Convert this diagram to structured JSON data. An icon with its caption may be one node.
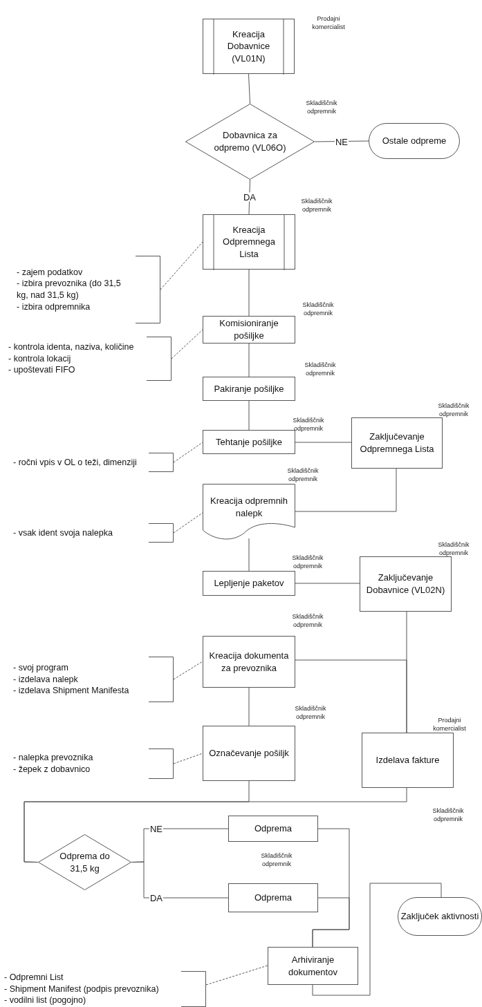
{
  "diagram": {
    "nodes": [
      {
        "text": [
          "Kreacija Dobavnice (VL01N)"
        ],
        "beside": [
          "Prodajni komercialist"
        ]
      },
      {
        "text": [
          "Dobavnica za odpremo (VL06O)"
        ],
        "beside": [
          "Skladiščnik odpremnik"
        ]
      },
      {
        "text": [
          "Ostale odpreme"
        ]
      },
      {
        "text": [
          "Kreacija Odpremnega Lista"
        ],
        "beside": [
          "Skladiščnik odpremnik"
        ]
      },
      {
        "text": [
          "- zajem podatkov",
          "- izbira prevoznika (do 31,5 kg, nad 31,5 kg)",
          "- izbira odpremnika"
        ]
      },
      {
        "text": [
          "Komisioniranje pošiljke"
        ],
        "beside": [
          "Skladiščnik odpremnik"
        ]
      },
      {
        "text": [
          "- kontrola identa, naziva, količine",
          "- kontrola lokacij",
          "- upoštevati FIFO"
        ]
      },
      {
        "text": [
          "Pakiranje pošiljke"
        ],
        "beside": [
          "Skladiščnik odpremnik"
        ]
      },
      {
        "text": [
          "Tehtanje pošiljke"
        ],
        "beside": [
          "Skladiščnik odpremnik"
        ]
      },
      {
        "text": [
          "Zaključevanje Odpremnega Lista"
        ],
        "beside": [
          "Skladiščnik odpremnik"
        ]
      },
      {
        "text": [
          "- ročni vpis v OL o teži, dimenziji"
        ]
      },
      {
        "text": [
          "Kreacija odpremnih nalepk"
        ],
        "beside": [
          "Skladiščnik odpremnik"
        ]
      },
      {
        "text": [
          "- vsak ident svoja nalepka"
        ]
      },
      {
        "text": [
          "Lepljenje paketov"
        ],
        "beside": [
          "Skladiščnik odpremnik"
        ]
      },
      {
        "text": [
          "Zaključevanje Dobavnice (VL02N)"
        ],
        "beside": [
          "Skladiščnik odpremnik"
        ]
      },
      {
        "text": [
          "Kreacija dokumenta za prevoznika"
        ],
        "beside": [
          "Skladiščnik odpremnik"
        ]
      },
      {
        "text": [
          "- svoj program",
          "- izdelava nalepk",
          "- izdelava Shipment Manifesta"
        ]
      },
      {
        "text": [
          "Označevanje pošiljk"
        ],
        "beside": [
          "Skladiščnik odpremnik"
        ]
      },
      {
        "text": [
          "Izdelava fakture"
        ],
        "beside": [
          "Prodajni komercialist"
        ]
      },
      {
        "text": [
          "- nalepka prevoznika",
          "- žepek z dobavnico"
        ]
      },
      {
        "text": [
          "Odprema do 31,5 kg"
        ]
      },
      {
        "text": [
          "Odprema"
        ]
      },
      {
        "text": [
          "Odprema"
        ],
        "beside": [
          "Skladiščnik odpremnik"
        ]
      },
      {
        "text": [
          "Zaključek aktivnosti"
        ]
      },
      {
        "text": [
          "Arhiviranje dokumentov"
        ]
      },
      {
        "text": [
          "- Odpremni List",
          "- Shipment Manifest (podpis prevoznika)",
          "- vodilni list (pogojno)"
        ]
      }
    ],
    "edges": [
      {
        "from": 0,
        "to": 1,
        "arrow": "none"
      },
      {
        "from": 1,
        "to": 2,
        "arrow": "none",
        "label": "NE"
      },
      {
        "from": 1,
        "to": 3,
        "arrow": "none",
        "label": "DA"
      },
      {
        "from": 3,
        "to": 5,
        "arrow": "none"
      },
      {
        "from": 5,
        "to": 7,
        "arrow": "none"
      },
      {
        "from": 7,
        "to": 8,
        "arrow": "none"
      },
      {
        "from": 8,
        "to": 9,
        "arrow": "none"
      },
      {
        "from": 9,
        "to": 11,
        "arrow": "none"
      },
      {
        "from": 11,
        "to": 13,
        "arrow": "none"
      },
      {
        "from": 13,
        "to": 14,
        "arrow": "none"
      },
      {
        "from": 14,
        "to": 18,
        "arrow": "none"
      },
      {
        "from": 15,
        "to": 18,
        "arrow": "none"
      },
      {
        "from": 15,
        "to": 17,
        "arrow": "none"
      },
      {
        "from": 17,
        "to": 20,
        "arrow": "none"
      },
      {
        "from": 18,
        "to": 20,
        "arrow": "none"
      },
      {
        "from": 20,
        "to": 21,
        "arrow": "none",
        "label": "NE"
      },
      {
        "from": 20,
        "to": 22,
        "arrow": "none",
        "label": "DA"
      },
      {
        "from": 21,
        "to": 24,
        "arrow": "none"
      },
      {
        "from": 22,
        "to": 24,
        "arrow": "none"
      },
      {
        "from": 24,
        "to": 23,
        "arrow": "none"
      },
      {
        "from": 4,
        "to": 3,
        "arrow": "none",
        "style": "dashed"
      },
      {
        "from": 6,
        "to": 5,
        "arrow": "none",
        "style": "dashed"
      },
      {
        "from": 10,
        "to": 8,
        "arrow": "none",
        "style": "dashed"
      },
      {
        "from": 12,
        "to": 11,
        "arrow": "none",
        "style": "dashed"
      },
      {
        "from": 16,
        "to": 15,
        "arrow": "none",
        "style": "dashed"
      },
      {
        "from": 19,
        "to": 17,
        "arrow": "none",
        "style": "dashed"
      },
      {
        "from": 25,
        "to": 24,
        "arrow": "none",
        "style": "dashed"
      }
    ],
    "labels": [
      "Skladiščnik odpremnik"
    ]
  }
}
